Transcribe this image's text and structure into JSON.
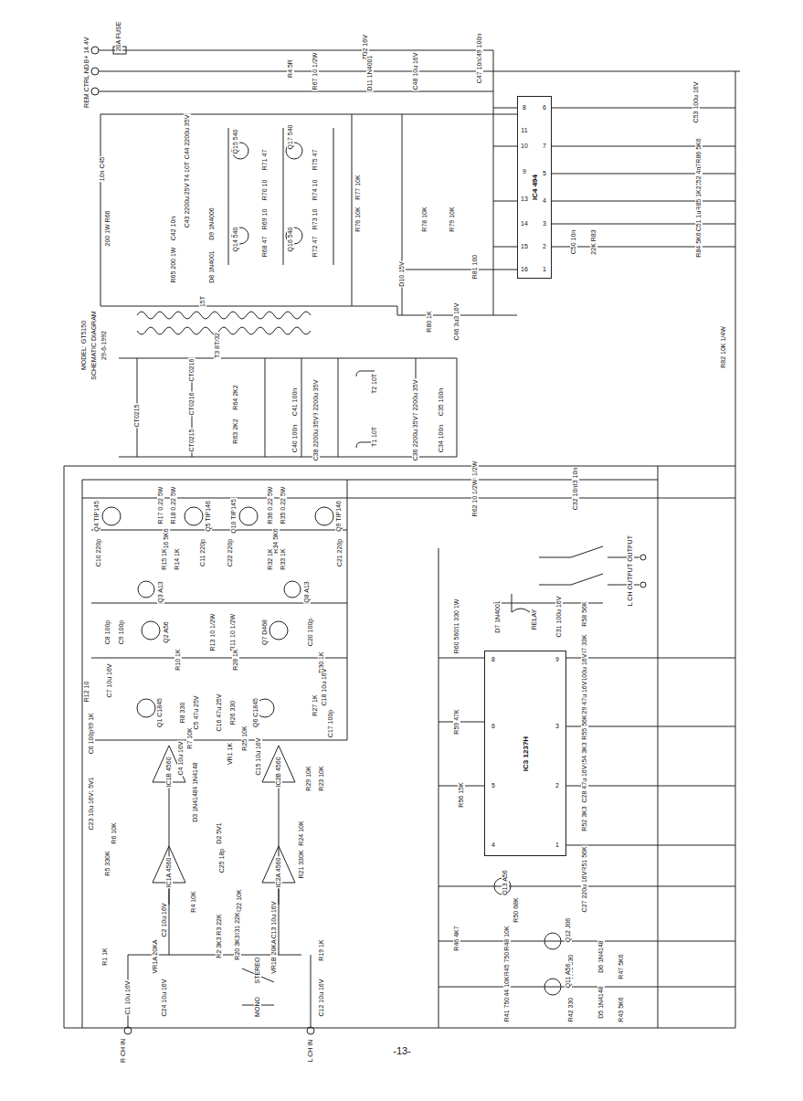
{
  "diagram": {
    "nodes": [
      {
        "text": [
          "IC4 494"
        ]
      },
      {
        "text": [
          "IC3 1237H"
        ]
      }
    ],
    "labels": [
      "B+ 14.4V",
      "GND",
      "REM CTRL",
      "20A FUSE",
      "ZD2 16V",
      "C49 100n",
      "R4 5R",
      "R67 10 1/2W",
      "D11 1N4001",
      "C48 10u 16V",
      "C47 10n",
      "C44 2200u 35V",
      "T4 10T",
      "C43 2200u 25V",
      "10n C45",
      "200 1W R66",
      "C42 10n",
      "R65 200 1W",
      "D9 1N4006",
      "D8 1N4001",
      "Q15 540",
      "Q17 540",
      "Q14 540",
      "Q16 540",
      "R71 47",
      "R75 47",
      "R70 10",
      "R74 10",
      "R69 10",
      "R73 10",
      "R68 47",
      "R72 47",
      "R77 10K",
      "R76 10K",
      "R78 10K",
      "R79 10K",
      "D10 15V",
      "R80 1K",
      "C46 3u3 16V",
      "R81 100",
      "8",
      "11",
      "10",
      "9",
      "13",
      "14",
      "15",
      "16",
      "6",
      "7",
      "5",
      "4",
      "3",
      "2",
      "1",
      "C53 100u 16V",
      "R86 5K6",
      "C52 4n7",
      "R85 1K2",
      "C51 1u",
      "R84 5K6",
      "C50 10n",
      "22K R83",
      "MODEL: GT5150",
      "SCHEMATIC DIAGRAM",
      "29-6-1992",
      "15T",
      "T3 8T/32",
      "CT0215",
      "CT0216",
      "CT0216",
      "CT0215",
      "R64 2K2",
      "R63 2K2",
      "C41 100n",
      "C40 100n",
      "C39 2200u 35V",
      "C38 2200u 35V",
      "T2 10T",
      "T1 10T",
      "C37 2200u 35V",
      "C36 2200u 35V",
      "C35 100n",
      "C34 100n",
      "R82 10K 1/4W",
      "R63 10 1/2W",
      "R62 10 1/2W",
      "C33 10n",
      "C32 10n",
      "R CH OUTPUT",
      "L CH OUTPUT",
      "Q4 TIP145",
      "R17 0.22 5W",
      "R18 0.22 5W",
      "R16 5K6",
      "Q5 TIP146",
      "Q10 TIP145",
      "R36 0.22 5W",
      "R35 0.22 5W",
      "R34 5K6",
      "Q9 TIP146",
      "C10 220p",
      "R15 1K",
      "R14 1K",
      "C11 220p",
      "C22 220p",
      "R32 1K",
      "R33 1K",
      "C21 220p",
      "Q3 A13",
      "Q8 A13",
      "C8 100p",
      "C9 100p",
      "Q2 A56",
      "R13 10 1/2W",
      "R11 10 1/2W",
      "Q7 D468",
      "C20 100p",
      "R10 1K",
      "R28 1K",
      "R30 1K",
      "R12 10",
      "C7 10u 16V",
      "C18 10u 16V",
      "R9 1K",
      "C6 100p",
      "Q1 C1845",
      "R8 330",
      "C5 47u 25V",
      "C16 47u 25V",
      "R26 330",
      "Q6 C1845",
      "R27 1K",
      "C17 100p",
      "R7 10K",
      "R25 10K",
      "VR1 1K",
      "C4 10u 16V",
      "C15 10u 16V",
      "D4 1N4148",
      "D3 1N4148",
      "R29 10K",
      "R23 10K",
      "D1 5V1",
      "C23 10u 16V",
      "R6 10K",
      "R5 330K",
      "D2 5V1",
      "C25 18p",
      "R24 10K",
      "R21 330K",
      "R4 10K",
      "R22 10K",
      "C2 10u 16V",
      "C13 10u 16V",
      "R3 22K",
      "R31 22K",
      "R2 3K3",
      "R20 3K3",
      "VR1A 20KA",
      "VR1B 20KA",
      "R1 1K",
      "R19 1K",
      "C1 10u 16V",
      "C24 10u 16V",
      "STEREO",
      "MONO",
      "C12 10u 16V",
      "R CH IN",
      "L CH IN",
      "IC1B 4560",
      "IC2B 4560",
      "IC1A 4560",
      "IC2A 4560",
      "R61 330 1W",
      "D7 1N4001",
      "RELAY",
      "C31 100u 16V",
      "R58 56K",
      "R60 560",
      "R57 33K",
      "C30 100u 16V",
      "C29 47u 16V",
      "R55 56K",
      "R59 47K",
      "R54 3K3",
      "C28 47u 16V",
      "R56 15K",
      "R52 3K3",
      "R51 56K",
      "C27 220u 16V",
      "Q13 A56",
      "R50 68K",
      "R46 4K7",
      "R48 10K",
      "Q12 J06",
      "R45 750",
      "R40 330",
      "D6 1N4148",
      "R47 5K6",
      "R44 10K",
      "Q11 A56",
      "R41 750",
      "R42 330",
      "D5 1N4148",
      "R43 5K6",
      "8",
      "9",
      "6",
      "3",
      "5",
      "2",
      "4",
      "1",
      "-13-"
    ]
  }
}
